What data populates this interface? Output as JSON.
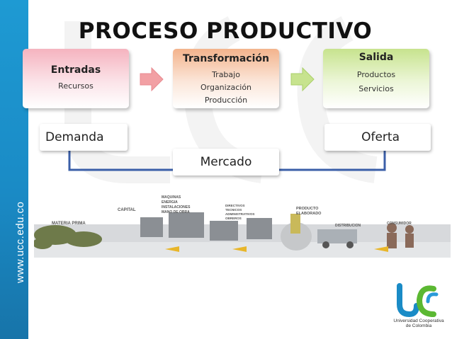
{
  "title": "PROCESO PRODUCTIVO",
  "sidebar": {
    "url": "www.ucc.edu.co"
  },
  "boxes": {
    "entradas": {
      "head": "Entradas",
      "items": [
        "Recursos"
      ]
    },
    "transformacion": {
      "head": "Transformación",
      "items": [
        "Trabajo",
        "Organización",
        "Producción"
      ]
    },
    "salida": {
      "head": "Salida",
      "items": [
        "Productos",
        "Servicios"
      ]
    }
  },
  "labels": {
    "demanda": "Demanda",
    "mercado": "Mercado",
    "oferta": "Oferta"
  },
  "scene": {
    "capital": "CAPITAL",
    "capital_items": [
      "MAQUINAS",
      "ENERGIA",
      "INSTALACIONES",
      "MANO DE OBRA"
    ],
    "direct_items": [
      "DIRECTIVOS",
      "TECNICOS",
      "ADMINISTRATIVOS",
      "OBREROS"
    ],
    "materia_prima": "MATERIA PRIMA",
    "producto_elaborado": [
      "PRODUCTO",
      "ELABORADO"
    ],
    "distribucion": "DISTRIBUCION",
    "consumidor": "CONSUMIDOR"
  },
  "logo": {
    "line1": "Universidad Cooperativa",
    "line2": "de Colombia"
  },
  "colors": {
    "sidebar": "#1a8bc6",
    "entradas": "#f5b3bf",
    "transformacion": "#f3b38c",
    "salida": "#c7e38e",
    "arrow": "#f2a0a4",
    "connector": "#3b5fa8"
  }
}
